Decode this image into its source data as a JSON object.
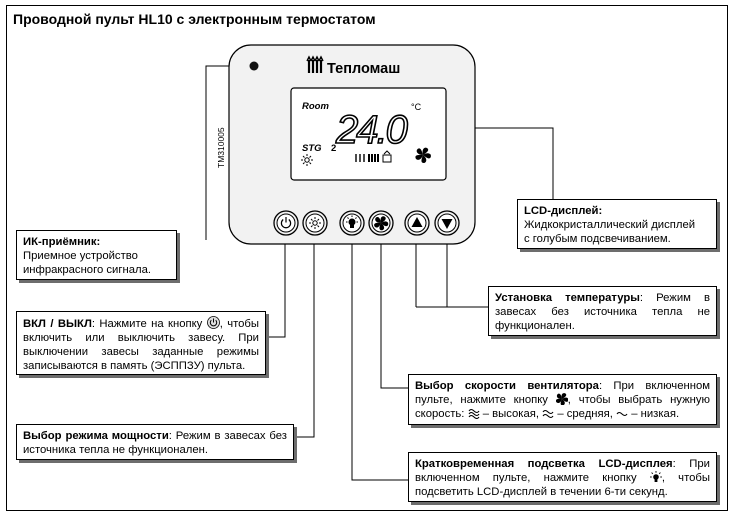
{
  "title": "Проводной пульт HL10 с электронным термостатом",
  "device": {
    "brand": "Тепломаш",
    "model_code": "TM310005",
    "display": {
      "room_label": "Room",
      "temperature": "24.0",
      "unit": "°C",
      "stage_label": "STG",
      "stage_value": "2"
    }
  },
  "callouts": {
    "ir": {
      "heading": "ИК-приёмник:",
      "line1": "Приемное устройство",
      "line2": "инфракрасного сигнала."
    },
    "lcd": {
      "heading": "LCD-дисплей:",
      "line1": "Жидкокристаллический дисплей",
      "line2": "с голубым подсвечиванием."
    },
    "onoff": {
      "heading": "ВКЛ / ВЫКЛ",
      "text1": ": Нажмите на кнопку",
      "text2": ", чтобы включить или выключить завесу. При выключении завесы заданные режимы записываются в память (ЭСППЗУ) пульта."
    },
    "temp": {
      "heading": "Установка температуры",
      "text": ": Режим в завесах без источника тепла не функционален."
    },
    "fan": {
      "heading": "Выбор скорости вентилятора",
      "text1": ": При включенном пульте, нажмите кнопку",
      "text2": ", чтобы выбрать нужную скорость:",
      "high": "– высокая,",
      "mid": "– средняя,",
      "low": "– низкая."
    },
    "power": {
      "heading": "Выбор режима мощности",
      "text": ": Режим в завесах без источника тепла не функционален."
    },
    "backlight": {
      "heading": "Кратковременная подсветка LCD-дисплея",
      "text1": ": При включенном пульте, нажмите кнопку",
      "text2": ", чтобы подсветить LCD-дисплей в течении 6-ти секунд."
    }
  },
  "colors": {
    "device_fill": "#f2f2f2",
    "display_fill": "#ffffff",
    "shadow": "#6d6d6d",
    "line": "#000000"
  }
}
